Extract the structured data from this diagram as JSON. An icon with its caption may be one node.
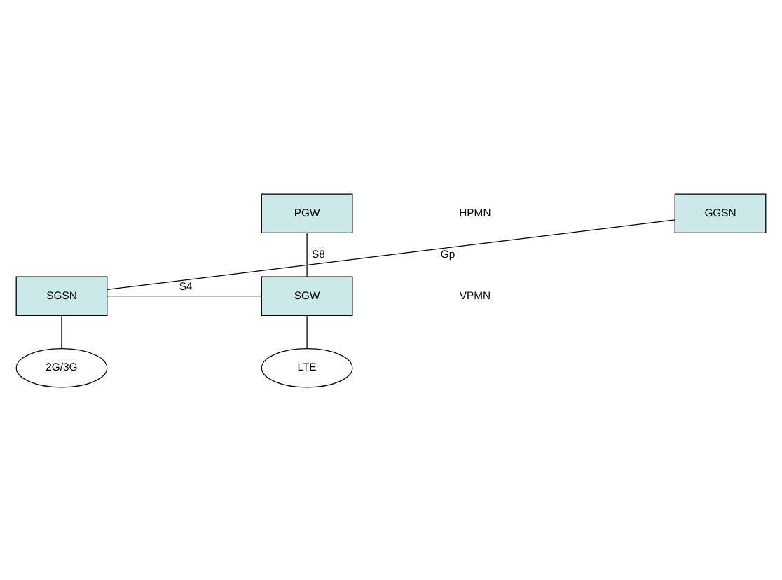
{
  "diagram": {
    "nodes": [
      {
        "text": [
          "GGSN"
        ]
      },
      {
        "text": [
          "PGW"
        ]
      },
      {
        "text": [
          "SGSN"
        ]
      },
      {
        "text": [
          "SGW"
        ]
      },
      {
        "text": [
          "2G/3G"
        ]
      },
      {
        "text": [
          "LTE"
        ]
      }
    ],
    "edges": [
      {
        "from": 0,
        "to": 2,
        "arrow": "none",
        "label": "Gp"
      },
      {
        "from": 1,
        "to": 3,
        "arrow": "none",
        "label": "S8"
      },
      {
        "from": 2,
        "to": 3,
        "arrow": "none",
        "label": "S4"
      },
      {
        "from": 2,
        "to": 4,
        "arrow": "none"
      },
      {
        "from": 3,
        "to": 5,
        "arrow": "none"
      }
    ],
    "labels": [
      "HPMN",
      "VPMN"
    ]
  }
}
